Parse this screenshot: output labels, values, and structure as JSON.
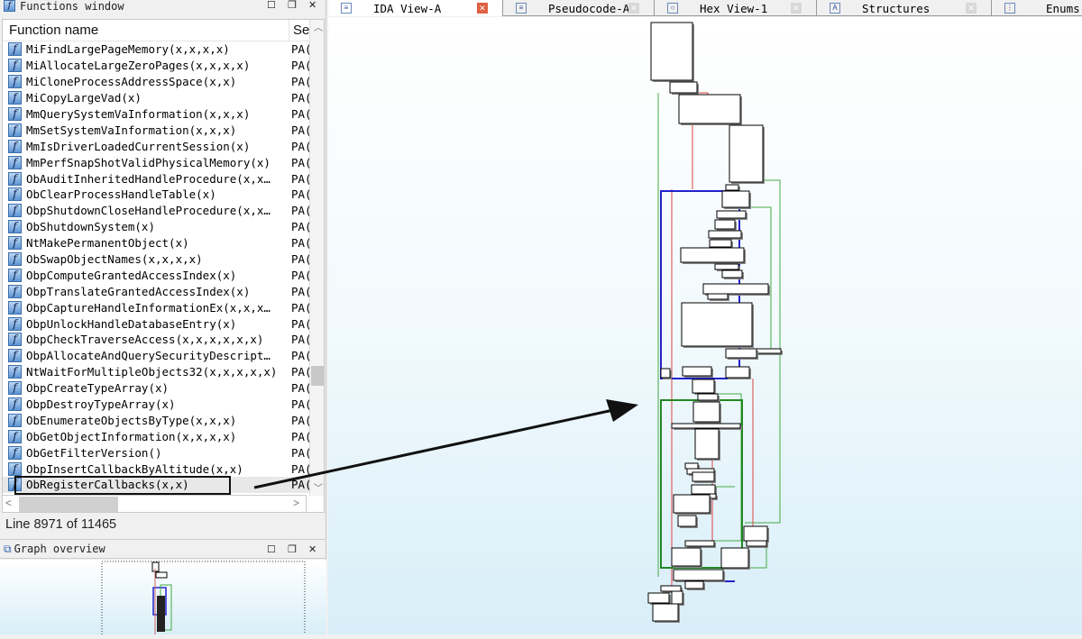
{
  "functions_window": {
    "title": "Functions window",
    "col_name": "Function name",
    "col_segment": "Se",
    "rows": [
      {
        "name": "MiFindLargePageMemory(x,x,x,x)",
        "seg": "PA("
      },
      {
        "name": "MiAllocateLargeZeroPages(x,x,x,x)",
        "seg": "PA("
      },
      {
        "name": "MiCloneProcessAddressSpace(x,x)",
        "seg": "PA("
      },
      {
        "name": "MiCopyLargeVad(x)",
        "seg": "PA("
      },
      {
        "name": "MmQuerySystemVaInformation(x,x,x)",
        "seg": "PA("
      },
      {
        "name": "MmSetSystemVaInformation(x,x,x)",
        "seg": "PA("
      },
      {
        "name": "MmIsDriverLoadedCurrentSession(x)",
        "seg": "PA("
      },
      {
        "name": "MmPerfSnapShotValidPhysicalMemory(x)",
        "seg": "PA("
      },
      {
        "name": "ObAuditInheritedHandleProcedure(x,x…",
        "seg": "PA("
      },
      {
        "name": "ObClearProcessHandleTable(x)",
        "seg": "PA("
      },
      {
        "name": "ObpShutdownCloseHandleProcedure(x,x…",
        "seg": "PA("
      },
      {
        "name": "ObShutdownSystem(x)",
        "seg": "PA("
      },
      {
        "name": "NtMakePermanentObject(x)",
        "seg": "PA("
      },
      {
        "name": "ObSwapObjectNames(x,x,x,x)",
        "seg": "PA("
      },
      {
        "name": "ObpComputeGrantedAccessIndex(x)",
        "seg": "PA("
      },
      {
        "name": "ObpTranslateGrantedAccessIndex(x)",
        "seg": "PA("
      },
      {
        "name": "ObpCaptureHandleInformationEx(x,x,x…",
        "seg": "PA("
      },
      {
        "name": "ObpUnlockHandleDatabaseEntry(x)",
        "seg": "PA("
      },
      {
        "name": "ObpCheckTraverseAccess(x,x,x,x,x,x)",
        "seg": "PA("
      },
      {
        "name": "ObpAllocateAndQuerySecurityDescript…",
        "seg": "PA("
      },
      {
        "name": "NtWaitForMultipleObjects32(x,x,x,x,x)",
        "seg": "PA("
      },
      {
        "name": "ObpCreateTypeArray(x)",
        "seg": "PA("
      },
      {
        "name": "ObpDestroyTypeArray(x)",
        "seg": "PA("
      },
      {
        "name": "ObEnumerateObjectsByType(x,x,x)",
        "seg": "PA("
      },
      {
        "name": "ObGetObjectInformation(x,x,x,x)",
        "seg": "PA("
      },
      {
        "name": "ObGetFilterVersion()",
        "seg": "PA("
      },
      {
        "name": "ObpInsertCallbackByAltitude(x,x)",
        "seg": "PA("
      },
      {
        "name": "ObRegisterCallbacks(x,x)",
        "seg": "PA("
      }
    ],
    "status": "Line 8971 of 11465"
  },
  "graph_overview": {
    "title": "Graph overview"
  },
  "tabs": [
    {
      "label": "IDA View-A",
      "active": true
    },
    {
      "label": "Pseudocode-A"
    },
    {
      "label": "Hex View-1"
    },
    {
      "label": "Structures"
    },
    {
      "label": "Enums"
    }
  ]
}
